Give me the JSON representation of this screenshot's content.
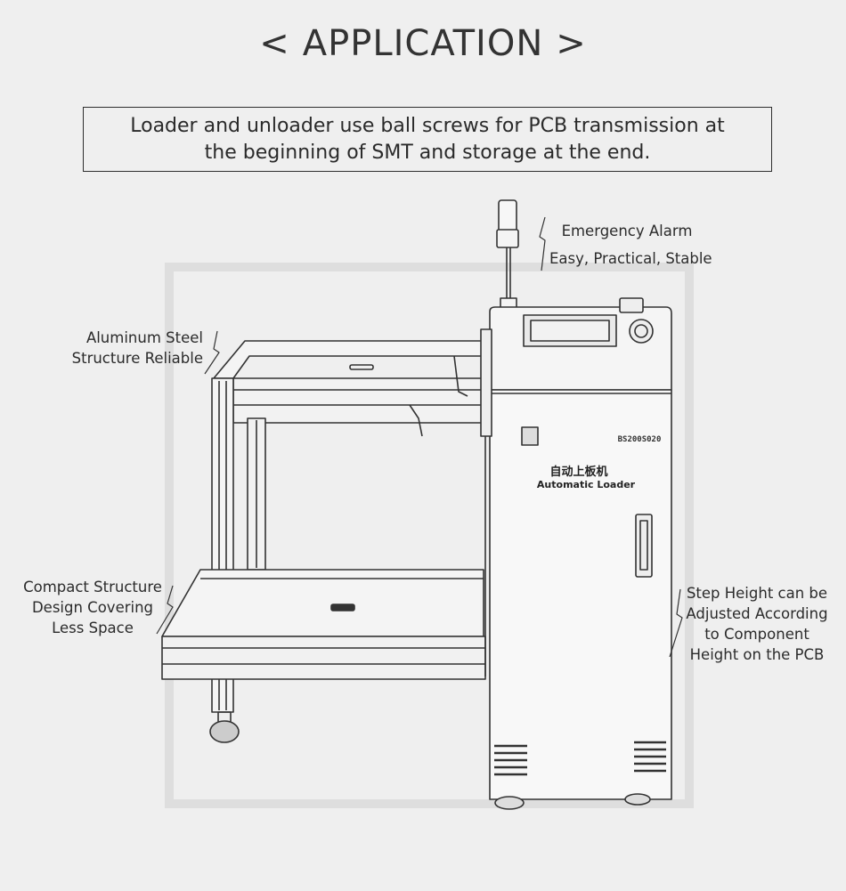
{
  "header": {
    "left_bracket": "<",
    "title": "APPLICATION",
    "right_bracket": ">"
  },
  "description": {
    "line1": "Loader and unloader use ball screws for PCB transmission at",
    "line2": "the beginning of SMT and storage at the end."
  },
  "callouts": {
    "alarm": {
      "line1": "Emergency Alarm",
      "line2": "Easy, Practical, Stable"
    },
    "structure": {
      "line1": "Aluminum Steel",
      "line2": "Structure Reliable"
    },
    "compact": {
      "line1": "Compact Structure",
      "line2": "Design Covering",
      "line3": "Less Space"
    },
    "step": {
      "line1": "Step Height can be",
      "line2": "Adjusted According",
      "line3": "to Component",
      "line4": "Height on the PCB"
    }
  },
  "machine": {
    "label_cn": "自动上板机",
    "label_en": "Automatic Loader",
    "model": "BS200S020"
  }
}
